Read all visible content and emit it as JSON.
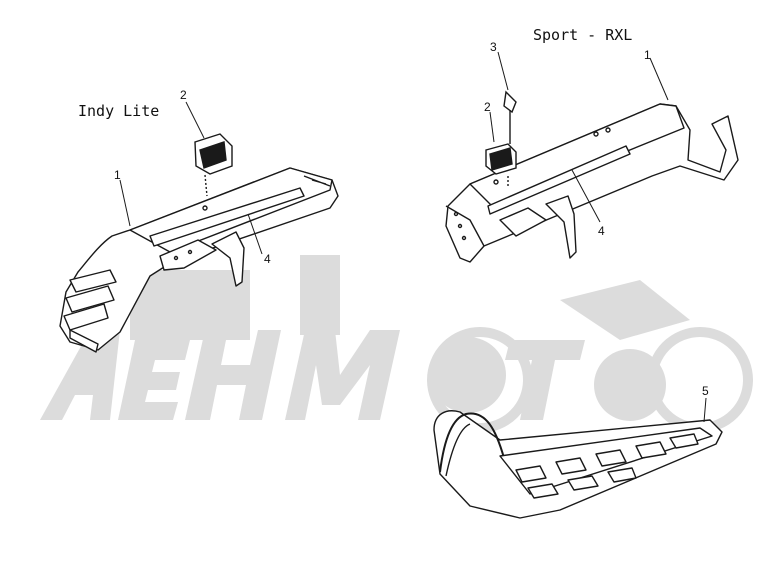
{
  "diagram": {
    "labels": {
      "indy_lite": "Indy Lite",
      "sport_rxl": "Sport - RXL"
    },
    "callouts": {
      "left_1": "1",
      "left_2": "2",
      "left_4": "4",
      "right_1": "1",
      "right_2": "2",
      "right_3": "3",
      "right_4": "4",
      "right_5": "5"
    },
    "watermark": "AeHMoto",
    "colors": {
      "line": "#1a1a1a",
      "watermark": "#d9d9d9"
    }
  }
}
